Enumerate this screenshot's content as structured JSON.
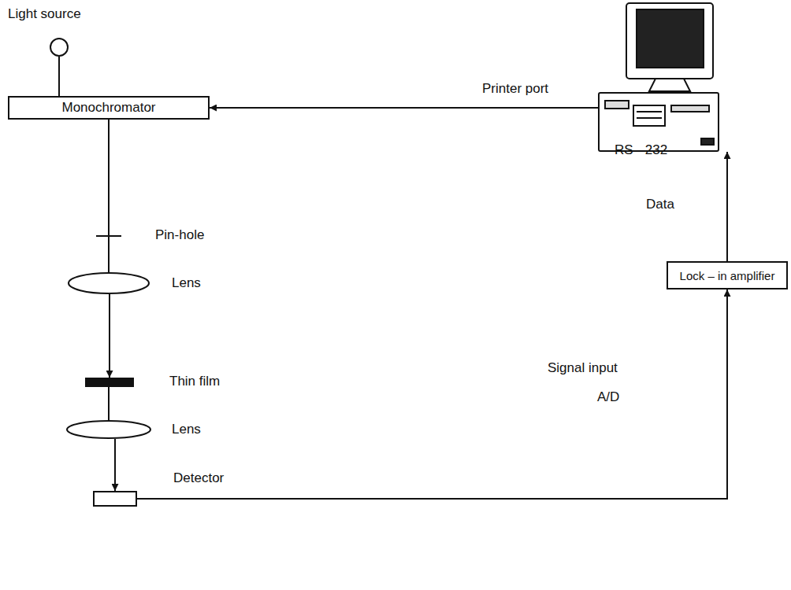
{
  "diagram": {
    "nodes": [
      {
        "text": [
          "Light source"
        ]
      },
      {
        "text": [
          "Monochromator"
        ]
      },
      {
        "text": [
          "Lens"
        ]
      },
      {
        "text": [
          "Thin film"
        ]
      },
      {
        "text": [
          "Lens"
        ]
      },
      {
        "text": [
          "Detector"
        ]
      },
      {
        "text": [
          "Lock – in amplifier"
        ]
      }
    ],
    "edges": [
      {
        "from": 0,
        "to": 1,
        "arrow": "none"
      },
      {
        "from": 1,
        "to": 2,
        "arrow": "none"
      },
      {
        "from": 2,
        "to": 3,
        "arrow": "to"
      },
      {
        "from": 3,
        "to": 4,
        "arrow": "none"
      },
      {
        "from": 4,
        "to": 5,
        "arrow": "to"
      },
      {
        "from": 5,
        "to": 6,
        "arrow": "to"
      }
    ],
    "labels": [
      "Pin-hole",
      "Printer port",
      "RS - 232",
      "Data",
      "Signal input",
      "A/D"
    ]
  }
}
